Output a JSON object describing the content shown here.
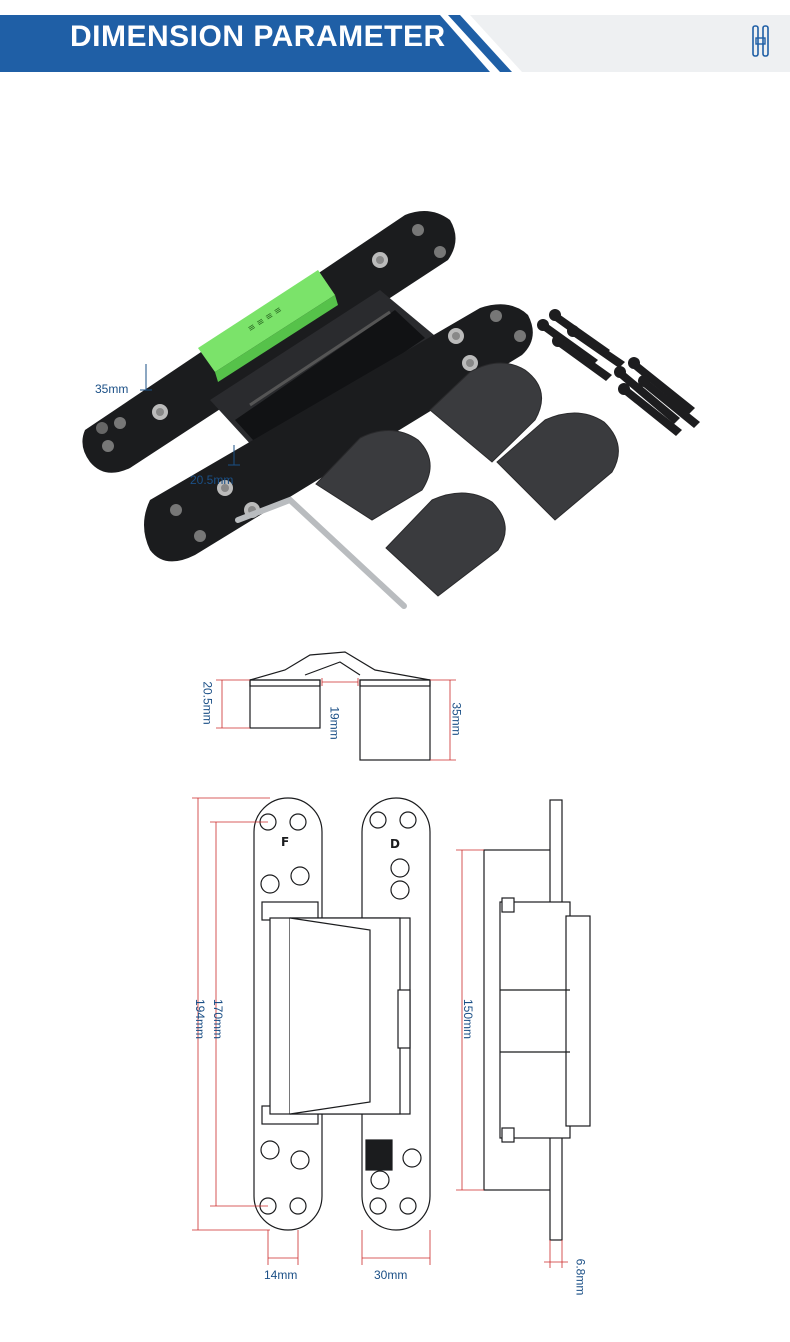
{
  "banner": {
    "title": "DIMENSION PARAMETER",
    "accent": "#1f5fa6",
    "light": "#e9ecef"
  },
  "photo": {
    "labels": {
      "depth": "35mm",
      "thickness": "20.5mm"
    }
  },
  "top_view": {
    "labels": {
      "left_height": "20.5mm",
      "gap": "19mm",
      "right_height": "35mm"
    }
  },
  "front_view": {
    "labels": {
      "total_length": "194mm",
      "hole_spacing": "170mm",
      "body_width": "14mm",
      "leaf_width": "30mm",
      "marker_f": "F",
      "marker_d": "D"
    }
  },
  "side_view": {
    "labels": {
      "mortise_length": "150mm",
      "plate_thickness": "6.8mm"
    }
  },
  "colors": {
    "dimension_line": "#cc2b2b",
    "hinge_black": "#1b1c1e",
    "green_tool": "#7be36a"
  }
}
